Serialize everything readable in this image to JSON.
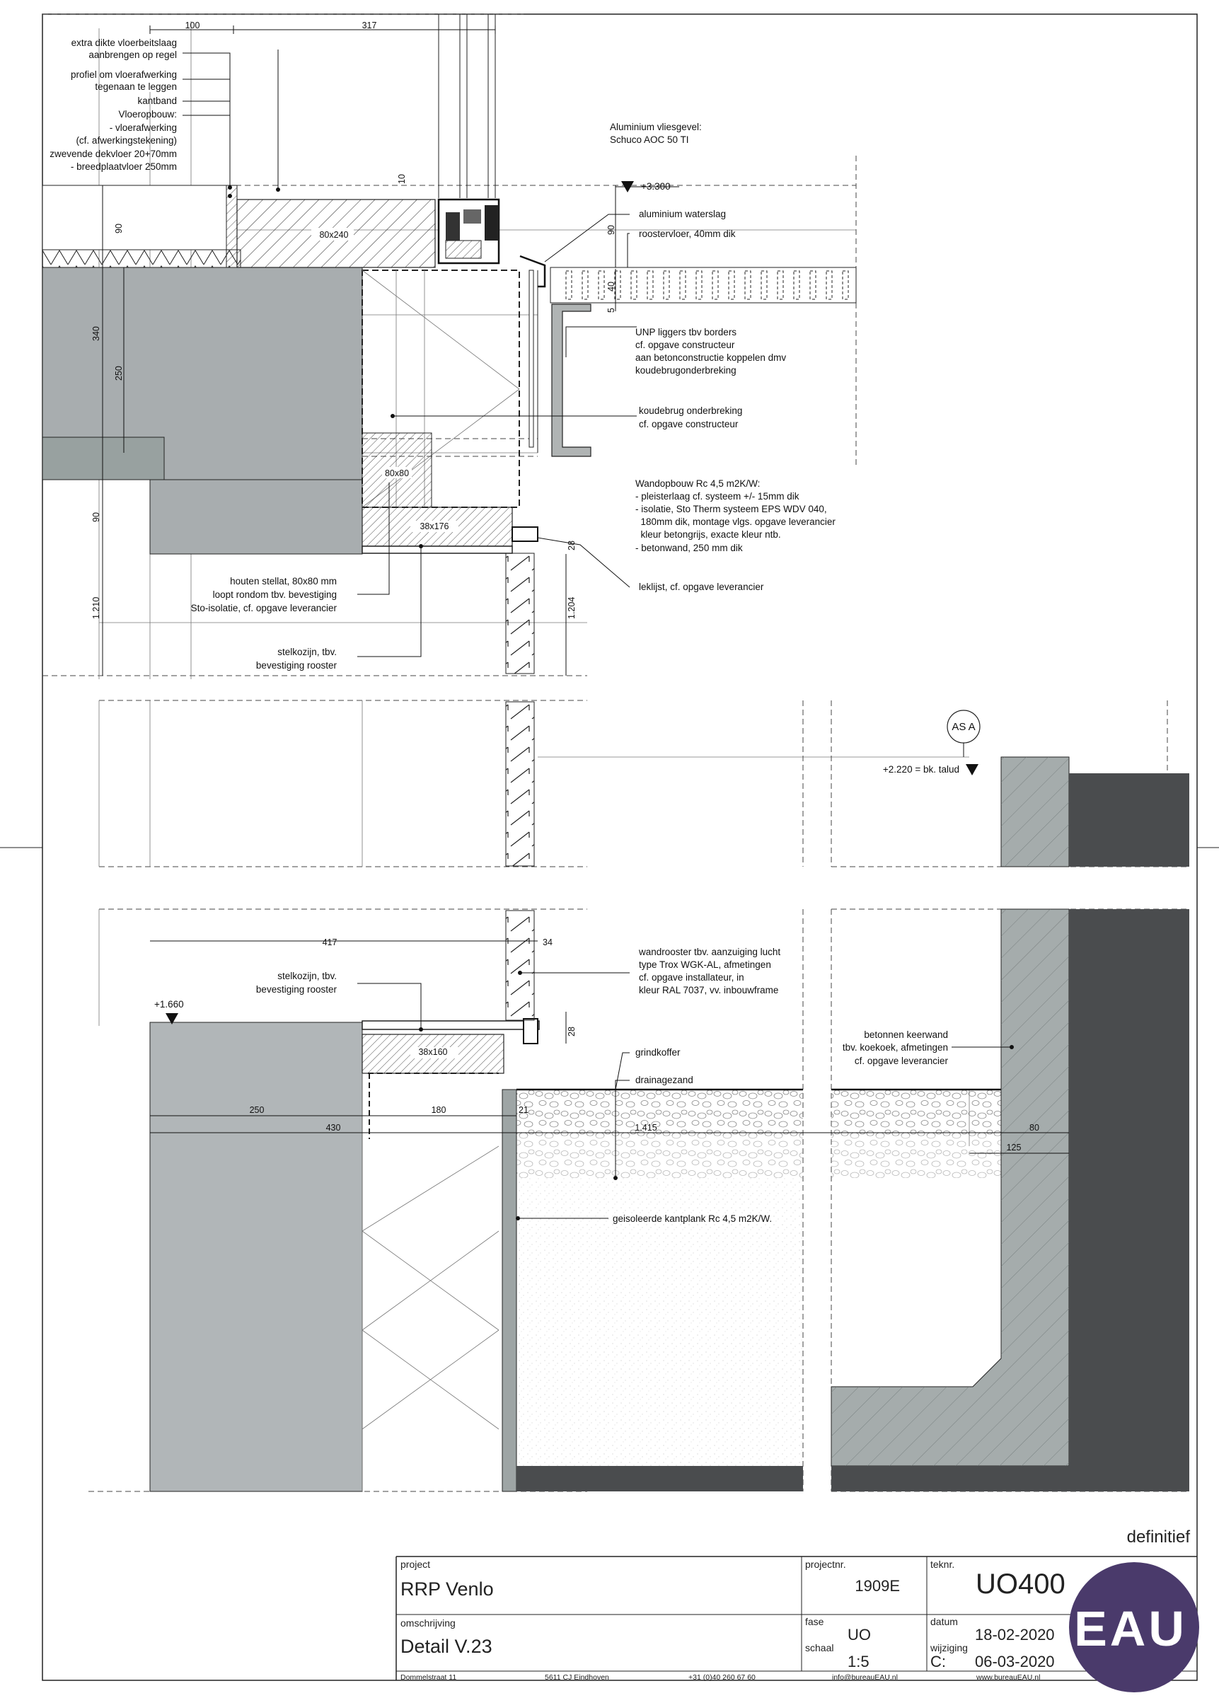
{
  "drawing": {
    "callouts_top": {
      "extra_dikte": [
        "extra dikte vloerbeitslaag",
        "aanbrengen op regel"
      ],
      "profiel": [
        "profiel om vloerafwerking",
        "tegenaan te leggen"
      ],
      "kantband": "kantband",
      "vloeropbouw": [
        "Vloeropbouw:",
        "- vloerafwerking",
        "(cf. afwerkingstekening)",
        "zwevende dekvloer 20+70mm",
        "- breedplaatvloer 250mm"
      ],
      "vliesgevel": [
        "Aluminium vliesgevel:",
        "Schuco AOC 50 TI"
      ],
      "waterslag": "aluminium waterslag",
      "roostervloer": "roostervloer, 40mm dik",
      "unp": [
        "UNP liggers tbv borders",
        "cf. opgave constructeur",
        "aan betonconstructie koppelen dmv",
        "koudebrugonderbreking"
      ],
      "koudebrug": [
        "koudebrug onderbreking",
        "cf. opgave constructeur"
      ],
      "wandopbouw": [
        "Wandopbouw Rc 4,5 m2K/W:",
        "- pleisterlaag cf. systeem +/- 15mm dik",
        "- isolatie, Sto Therm systeem EPS WDV 040,",
        "  180mm dik, montage vlgs. opgave leverancier",
        "  kleur betongrijs, exacte kleur ntb.",
        "- betonwand, 250 mm dik"
      ],
      "leklijst": "leklijst, cf. opgave leverancier",
      "houten_stellat": [
        "houten stellat, 80x80 mm",
        "loopt rondom tbv. bevestiging",
        "Sto-isolatie, cf. opgave leverancier"
      ],
      "stelkozijn": [
        "stelkozijn, tbv.",
        "bevestiging rooster"
      ]
    },
    "callouts_bottom": {
      "stelkozijn": [
        "stelkozijn, tbv.",
        "bevestiging rooster"
      ],
      "wandrooster": [
        "wandrooster tbv. aanzuiging lucht",
        "type Trox WGK-AL, afmetingen",
        "cf. opgave installateur, in",
        "kleur RAL 7037, vv. inbouwframe"
      ],
      "grindkoffer": "grindkoffer",
      "drainagezand": "drainagezand",
      "kantplank": "geisoleerde kantplank Rc 4,5 m2K/W.",
      "keerwand": [
        "betonnen keerwand",
        "tbv. koekoek, afmetingen",
        "cf. opgave leverancier"
      ]
    },
    "section_tag": "AS A",
    "levels": {
      "top": "+3.300",
      "talud": "+2.220 = bk. talud",
      "bottom": "+1.660"
    },
    "dimensions": {
      "d100": "100",
      "d317": "317",
      "d10": "10",
      "d90a": "90",
      "d80x240": "80x240",
      "d90b": "90",
      "d40": "40",
      "d5": "5",
      "d340": "340",
      "d250v": "250",
      "d80x80": "80x80",
      "d90c": "90",
      "d38x176": "38x176",
      "d28a": "28",
      "d1210": "1.210",
      "d1204": "1.204",
      "d417": "417",
      "d34": "34",
      "d28b": "28",
      "d38x160": "38x160",
      "d250h": "250",
      "d180": "180",
      "d21": "21",
      "d430": "430",
      "d1415": "1.415",
      "d80": "80",
      "d125": "125"
    }
  },
  "status": "definitief",
  "titleblock": {
    "project_cap": "project",
    "project": "RRP Venlo",
    "projectnr_cap": "projectnr.",
    "projectnr": "1909E",
    "tekennr_cap": "teknr.",
    "tekennr": "UO400",
    "omschrijving_cap": "omschrijving",
    "omschrijving": "Detail V.23",
    "fase_cap": "fase",
    "fase": "UO",
    "datum_cap": "datum",
    "datum": "18-02-2020",
    "schaal_cap": "schaal",
    "schaal": "1:5",
    "wijziging_cap": "wijziging",
    "wijziging_code": "C:",
    "wijziging_datum": "06-03-2020",
    "footer": {
      "address": "Dommelstraat 11",
      "city": "5611 CJ Eindhoven",
      "phone": "+31 (0)40 260 67 60",
      "email": "info@bureauEAU.nl",
      "web": "www.bureauEAU.nl"
    },
    "logo": "EAU",
    "logo_color": "#4a3a6b"
  }
}
